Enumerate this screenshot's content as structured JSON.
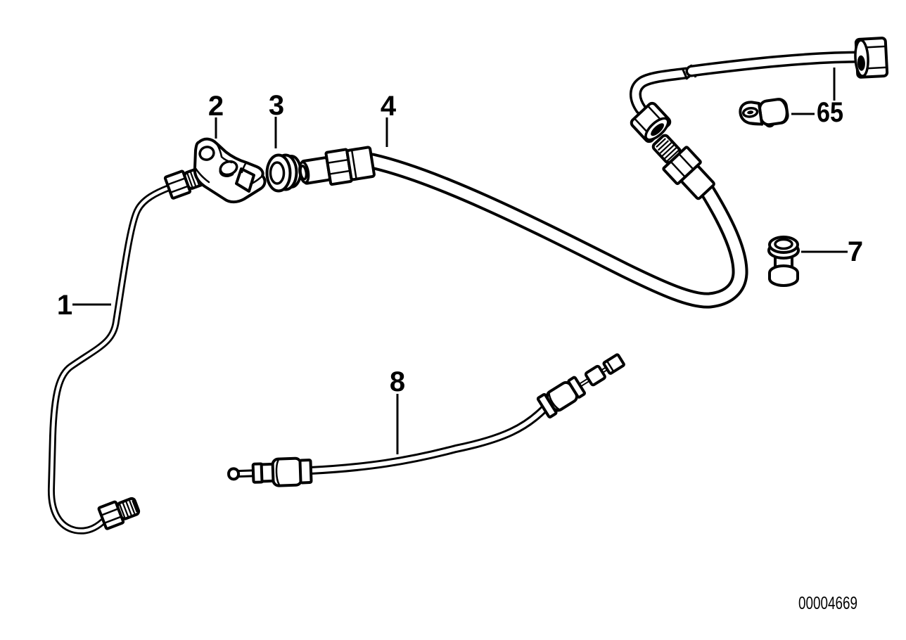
{
  "figure": {
    "type": "exploded-parts-diagram",
    "background_color": "#ffffff",
    "ink_color": "#000000",
    "image_number": "00004669",
    "callouts": [
      {
        "label": "1",
        "part": "rigid-brake-pipe"
      },
      {
        "label": "2",
        "part": "holder-bracket"
      },
      {
        "label": "3",
        "part": "grommet"
      },
      {
        "label": "4",
        "part": "brake-hose"
      },
      {
        "label": "65",
        "part": "connector-pipe-and-clip"
      },
      {
        "label": "7",
        "part": "rubber-bushing"
      },
      {
        "label": "8",
        "part": "bowden-cable"
      }
    ]
  }
}
